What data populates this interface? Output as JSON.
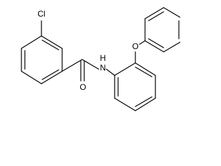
{
  "molecule": {
    "atoms": {
      "chlorine": "Cl",
      "carbonyl_oxygen": "O",
      "amide_nitrogen": "N",
      "amide_hydrogen": "H",
      "ether_oxygen": "O"
    }
  }
}
